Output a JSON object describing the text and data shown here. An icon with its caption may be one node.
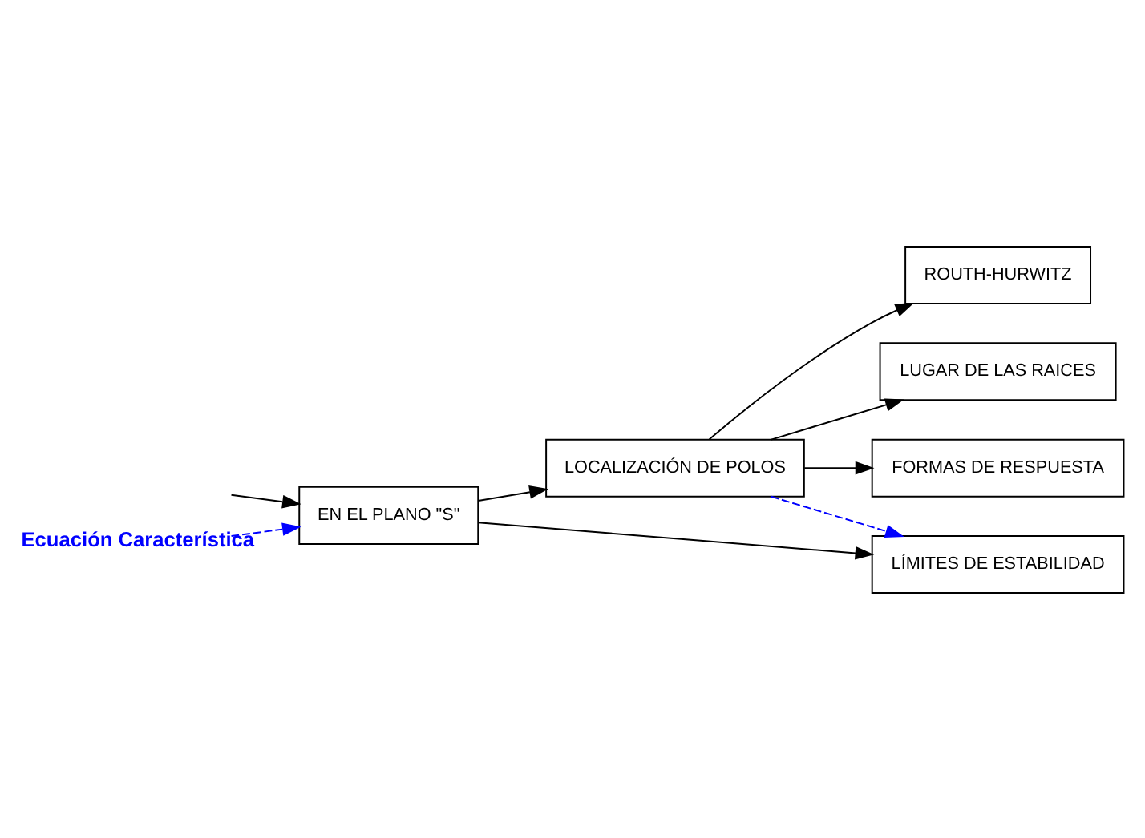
{
  "diagram": {
    "nodes": [
      {
        "text": [
          "EN EL PLANO \"S\""
        ]
      },
      {
        "text": [
          "LOCALIZACIÓN DE POLOS"
        ]
      },
      {
        "text": [
          "ROUTH-HURWITZ"
        ]
      },
      {
        "text": [
          "LUGAR DE LAS RAICES"
        ]
      },
      {
        "text": [
          "FORMAS DE RESPUESTA"
        ]
      },
      {
        "text": [
          "LÍMITES DE ESTABILIDAD"
        ]
      }
    ],
    "edges": [
      {
        "from": null,
        "to": 0,
        "arrow": "to"
      },
      {
        "from": null,
        "to": 0,
        "arrow": "to",
        "style": "dashed",
        "color": "#0000ff",
        "label": "Ecuación Característica"
      },
      {
        "from": 0,
        "to": 1,
        "arrow": "to"
      },
      {
        "from": 1,
        "to": 2,
        "arrow": "to"
      },
      {
        "from": 1,
        "to": 3,
        "arrow": "to"
      },
      {
        "from": 1,
        "to": 4,
        "arrow": "to"
      },
      {
        "from": 0,
        "to": 5,
        "arrow": "to"
      },
      {
        "from": 1,
        "to": 5,
        "arrow": "to",
        "style": "dashed",
        "color": "#0000ff"
      }
    ]
  }
}
